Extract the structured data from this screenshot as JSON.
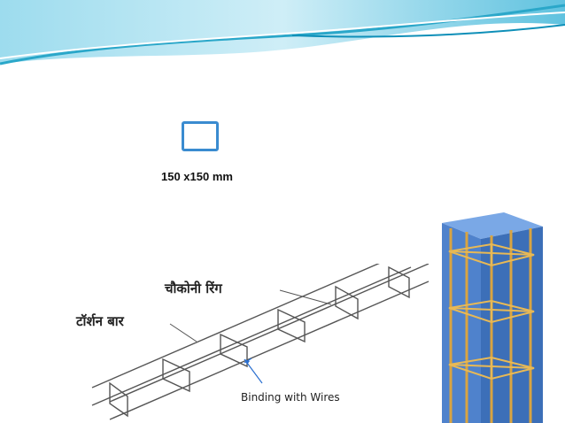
{
  "slide": {
    "dimension_label": "150 x150 mm",
    "binding_label": "Binding with Wires",
    "ring_label": "चौकोनी रिंग",
    "bar_label": "टॉर्शन बार"
  },
  "colors": {
    "wave_light": "#cfeef7",
    "wave_mid": "#7fd0e6",
    "wave_dark": "#2aa7c9",
    "square_border": "#3a8bd0",
    "rebar": "#d9a441",
    "column_blue": "#5b8fd6"
  }
}
